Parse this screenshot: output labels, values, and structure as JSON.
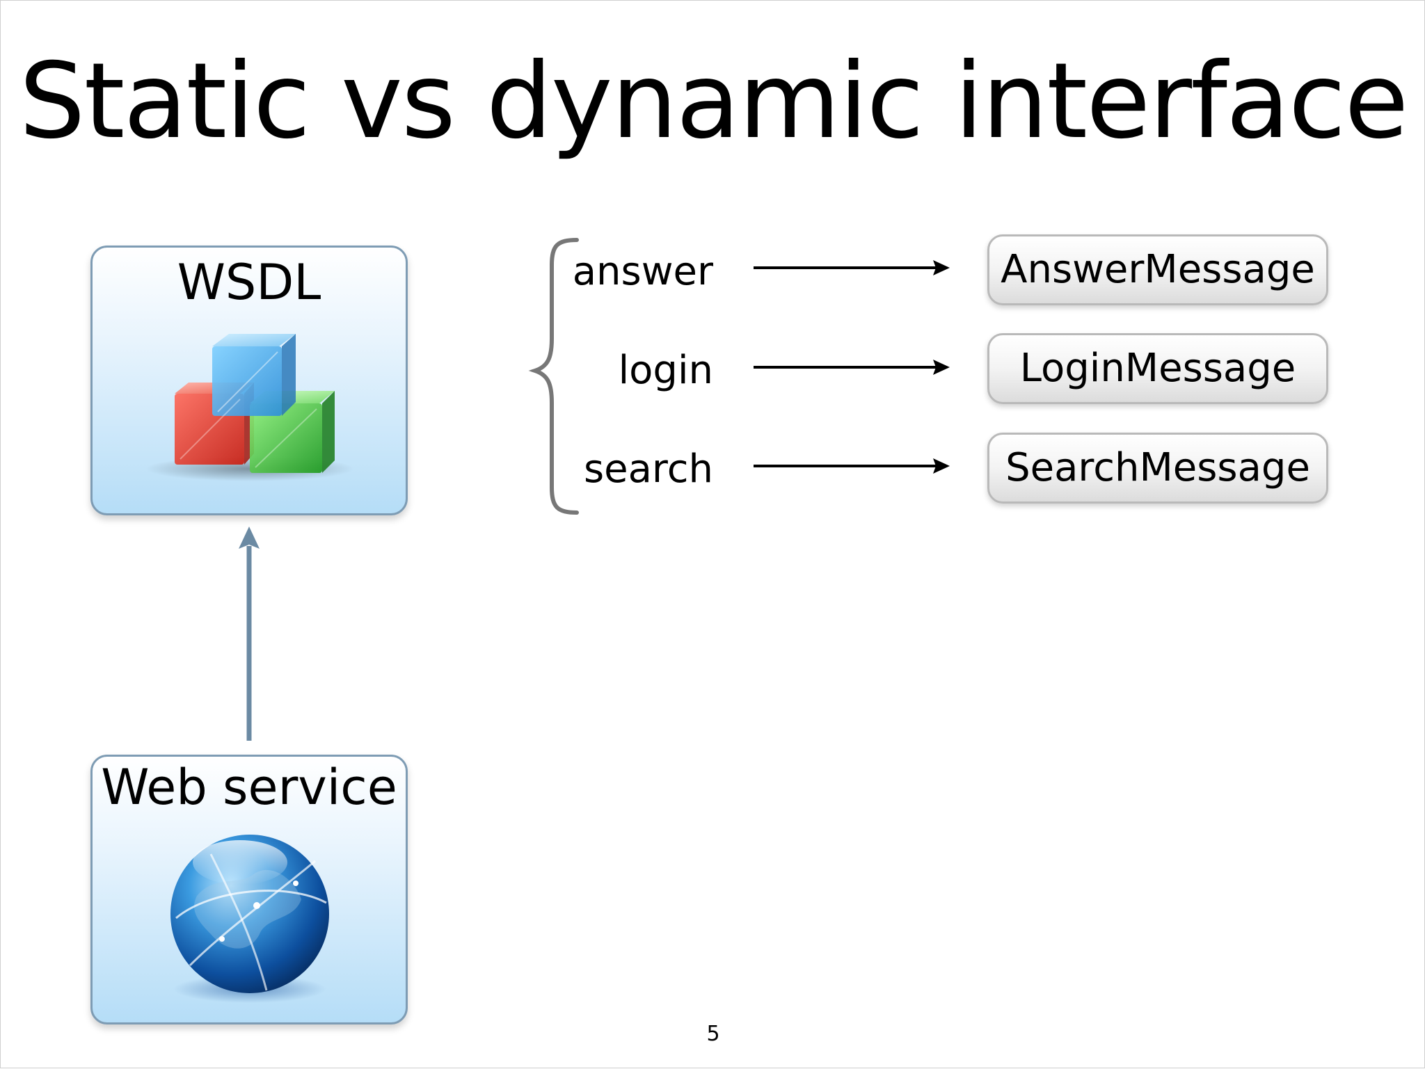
{
  "slide": {
    "title": "Static vs dynamic interface",
    "page_number": "5"
  },
  "wsdl_box": {
    "label": "WSDL",
    "icon": "cubes-icon"
  },
  "webservice_box": {
    "label": "Web service",
    "icon": "globe-icon"
  },
  "operations": [
    {
      "name": "answer",
      "message": "AnswerMessage"
    },
    {
      "name": "login",
      "message": "LoginMessage"
    },
    {
      "name": "search",
      "message": "SearchMessage"
    }
  ],
  "colors": {
    "box_border": "#7e9cb4",
    "box_fill_bottom": "#b5ddf7",
    "connector_arrow": "#6b8aa3",
    "brace": "#777777",
    "pill_border": "#b9b9b9"
  }
}
